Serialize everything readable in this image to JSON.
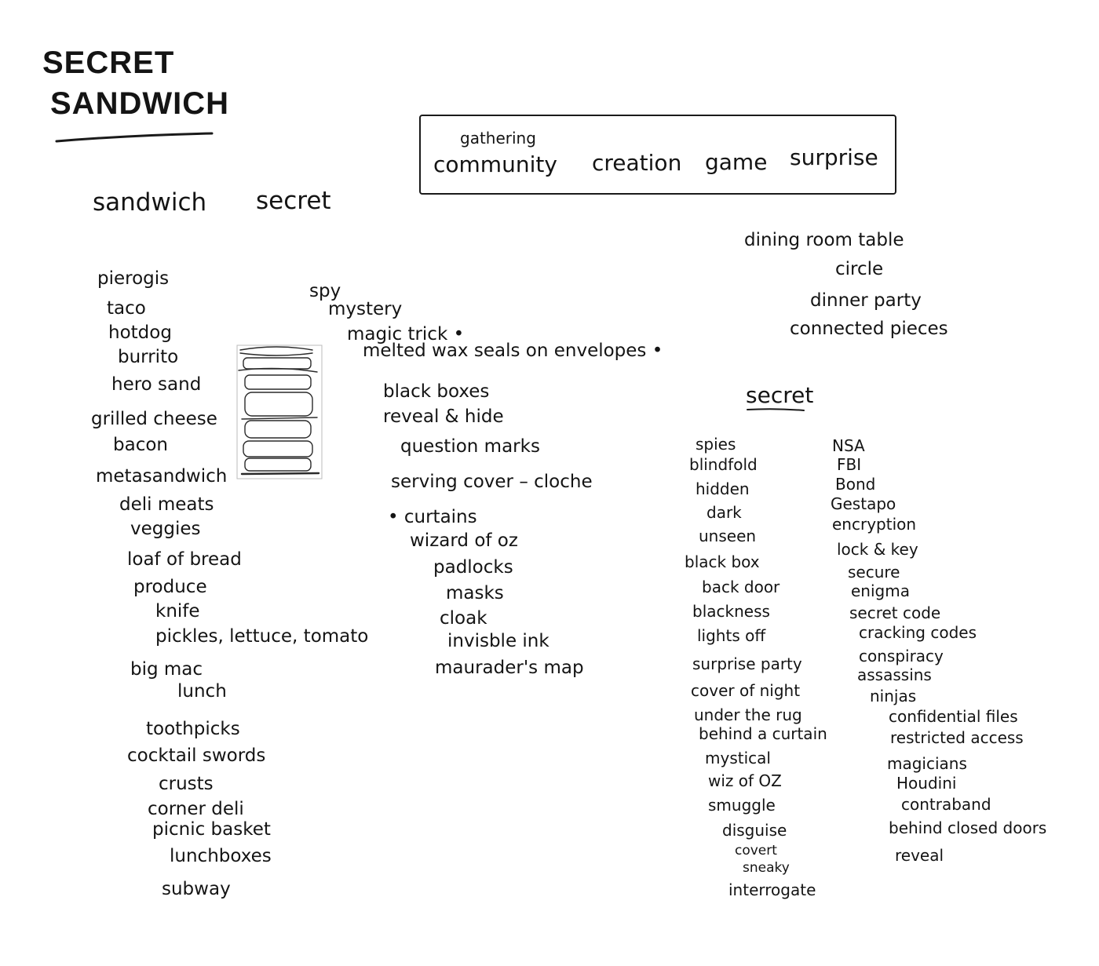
{
  "title": {
    "line1": "SECRET",
    "line2": "SANDWICH"
  },
  "box": {
    "gathering": "gathering",
    "community": "community",
    "creation": "creation",
    "game": "game",
    "surprise": "surprise"
  },
  "headings": {
    "sandwich": "sandwich",
    "secret_top": "secret",
    "secret_right": "secret"
  },
  "sandwich_list": [
    "pierogis",
    "taco",
    "hotdog",
    "burrito",
    "hero sand",
    "grilled cheese",
    "bacon",
    "metasandwich",
    "deli meats",
    "veggies",
    "loaf of bread",
    "produce",
    "knife",
    "pickles, lettuce, tomato",
    "big mac",
    "lunch",
    "toothpicks",
    "cocktail swords",
    "crusts",
    "corner deli",
    "picnic basket",
    "lunchboxes",
    "subway"
  ],
  "secret_list": [
    "spy",
    "mystery",
    "magic trick •",
    "melted wax seals on envelopes •",
    "black boxes",
    "reveal & hide",
    "question marks",
    "serving cover – cloche",
    "• curtains",
    "wizard of oz",
    "padlocks",
    "masks",
    "cloak",
    "invisble ink",
    "maurader's map"
  ],
  "top_right_list": [
    "dining room table",
    "circle",
    "dinner party",
    "connected pieces"
  ],
  "secret_col_a": [
    "spies",
    "blindfold",
    "hidden",
    "dark",
    "unseen",
    "black box",
    "back door",
    "blackness",
    "lights off",
    "surprise party",
    "cover of night",
    "under the rug",
    "behind a curtain",
    "mystical",
    "wiz of OZ",
    "smuggle",
    "disguise",
    "covert",
    "sneaky",
    "interrogate"
  ],
  "secret_col_b": [
    "NSA",
    "FBI",
    "Bond",
    "Gestapo",
    "encryption",
    "lock & key",
    "secure",
    "enigma",
    "secret code",
    "cracking codes",
    "conspiracy",
    "assassins",
    "ninjas",
    "confidential files",
    "restricted access",
    "magicians",
    "Houdini",
    "contraband",
    "behind closed doors",
    "reveal"
  ]
}
